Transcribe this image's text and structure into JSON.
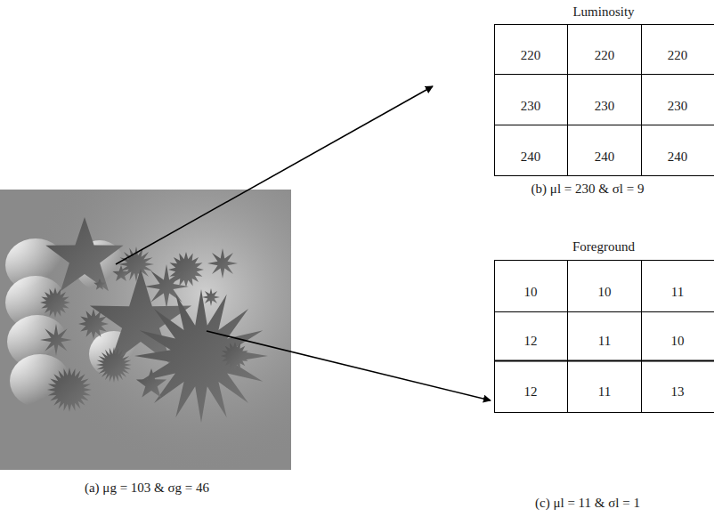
{
  "diagram": {
    "labels": [
      "Luminosity",
      "220",
      "220",
      "220",
      "230",
      "230",
      "230",
      "240",
      "240",
      "240",
      "(b) μl = 230 & σl = 9",
      "Foreground",
      "10",
      "10",
      "11",
      "12",
      "11",
      "10",
      "12",
      "11",
      "13",
      "(c) μl = 11 & σl = 1",
      "(a) μg = 103 & σg = 46"
    ]
  }
}
